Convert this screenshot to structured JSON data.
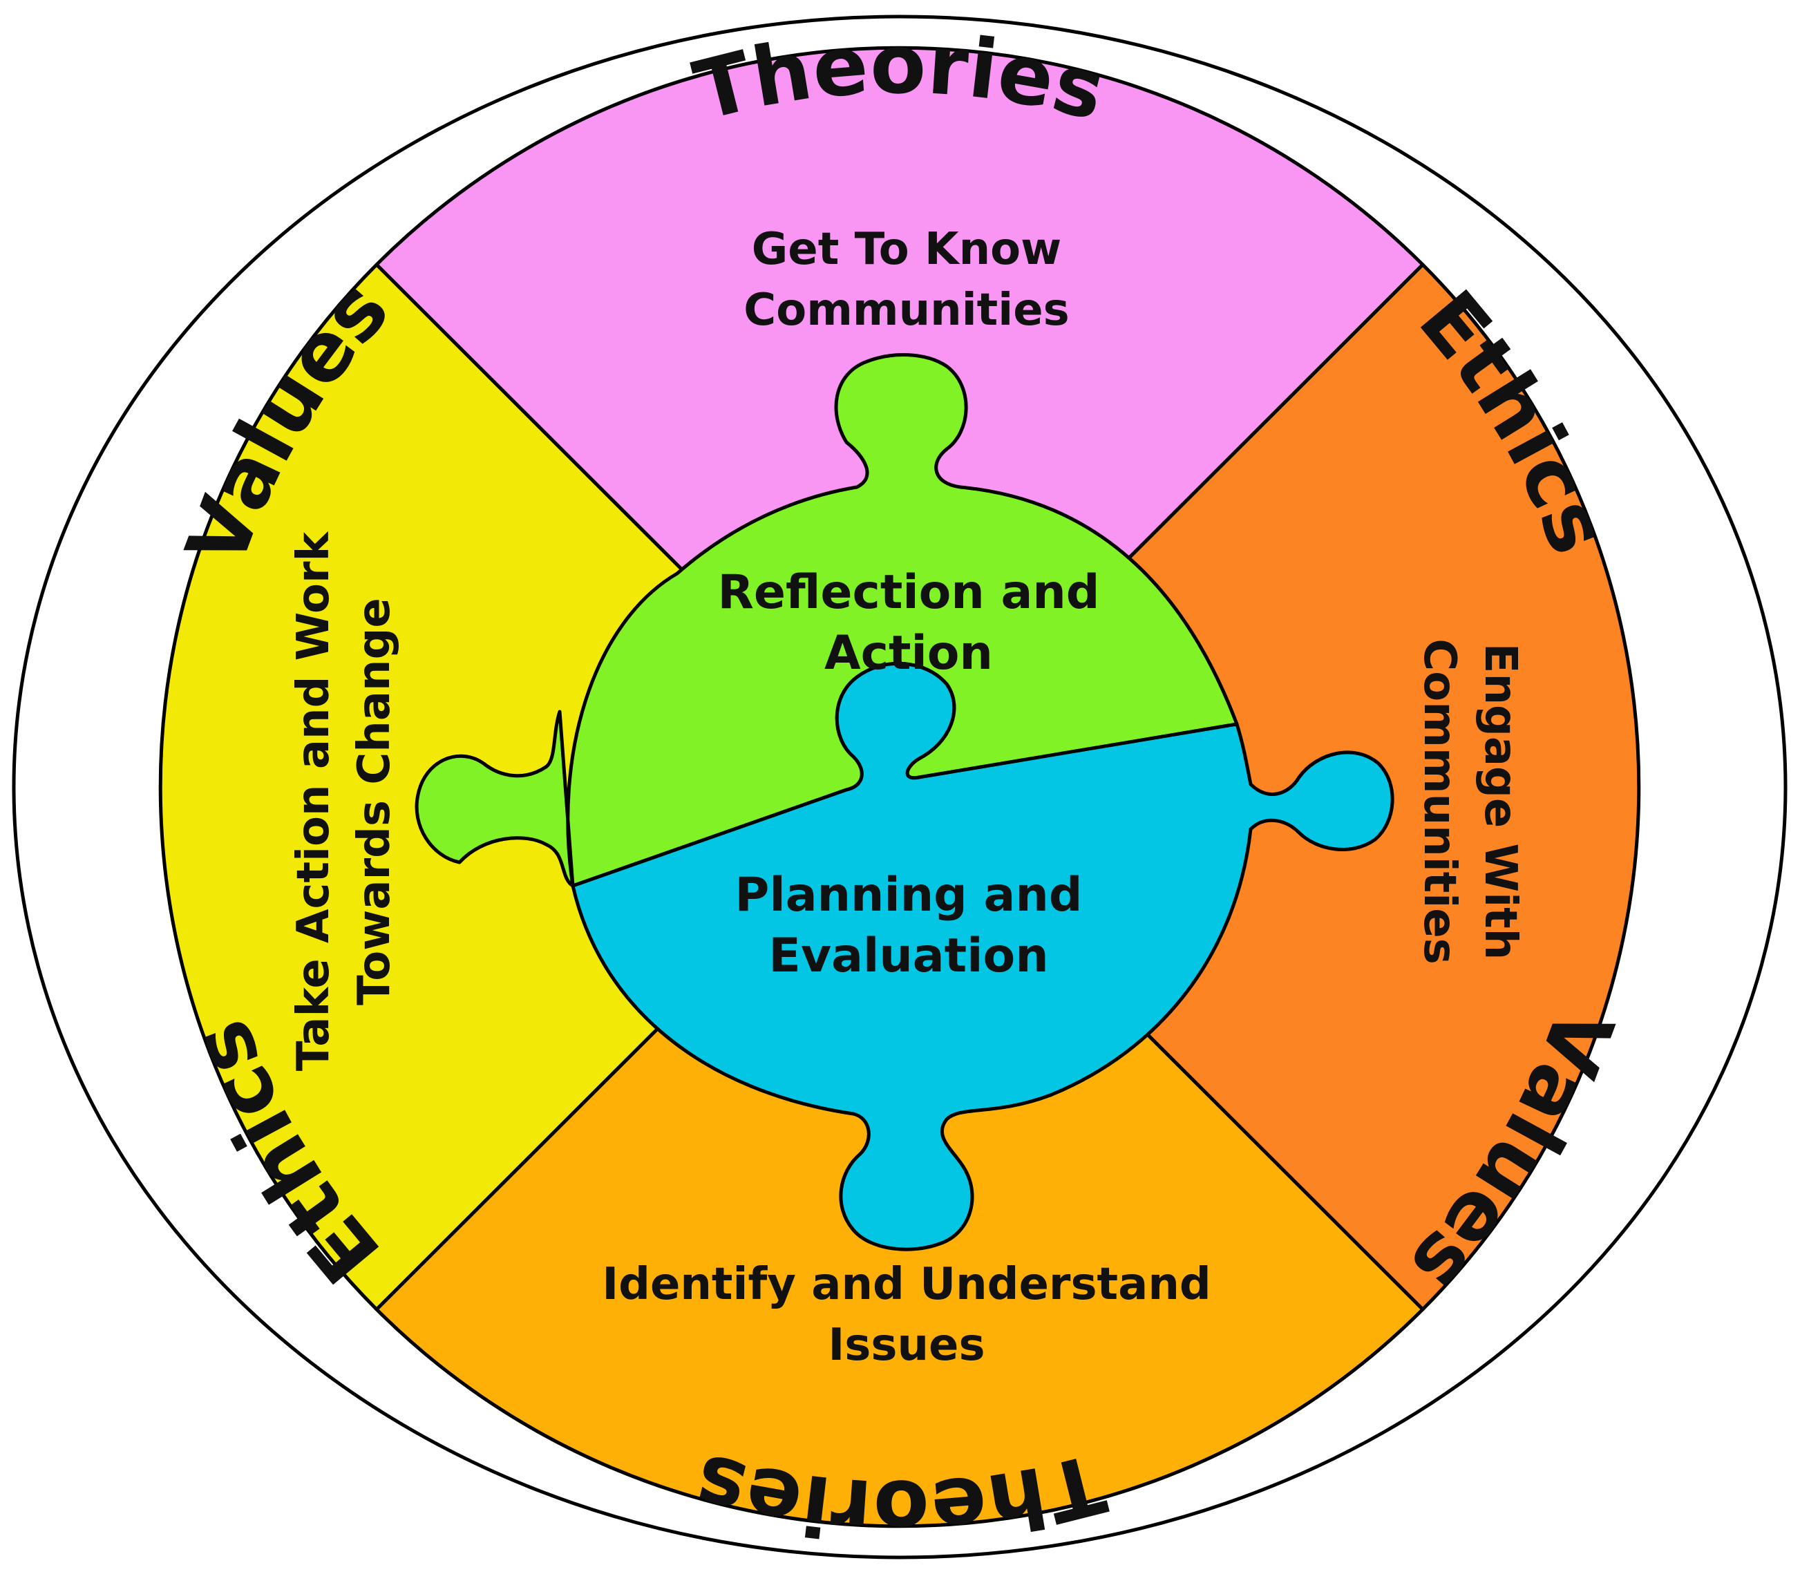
{
  "ring_labels": {
    "top": "Theories",
    "top_left": "Values",
    "top_right": "Ethics",
    "bottom": "Theories",
    "bottom_left": "Ethics",
    "bottom_right": "Values"
  },
  "segments": {
    "top": {
      "line1": "Get To Know",
      "line2": "Communities"
    },
    "right": {
      "line1": "Engage With",
      "line2": "Communities"
    },
    "bottom": {
      "line1": "Identify and Understand",
      "line2": "Issues"
    },
    "left": {
      "line1": "Take Action and Work",
      "line2": "Towards Change"
    }
  },
  "hub": {
    "upper": {
      "line1": "Reflection and",
      "line2": "Action"
    },
    "lower": {
      "line1": "Planning and",
      "line2": "Evaluation"
    }
  },
  "colors": {
    "top_segment": "#F996F4",
    "right_segment": "#FD8422",
    "bottom_segment": "#FEB007",
    "left_segment": "#F2EA06",
    "hub_upper": "#80F225",
    "hub_lower": "#03C6E4",
    "outline": "#000000",
    "ring": "#FFFFFF"
  }
}
